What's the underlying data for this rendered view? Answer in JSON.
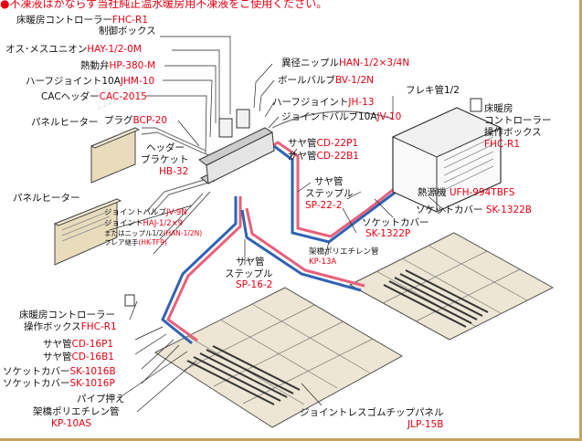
{
  "top_note": "●不凍液はかならず当社純正温水暖房用不凍液をご使用ください。",
  "labels": {
    "ctrl_top": {
      "text": "床暖房コントローラー",
      "code": "FHC-R1",
      "sub": "制御ボックス"
    },
    "hay": {
      "text": "オス･メスユニオン",
      "code": "HAY-1/2-0M"
    },
    "hp": {
      "text": "熱動弁",
      "code": "HP-380-M"
    },
    "jhm": {
      "text": "ハーフジョイント10A",
      "code": "JHM-10"
    },
    "cac": {
      "text": "CACヘッダー",
      "code": "CAC-2015"
    },
    "panel_heater_1": {
      "text": "パネルヒーター"
    },
    "bcp": {
      "text": "プラグ",
      "code": "BCP-20"
    },
    "header_bracket": {
      "text1": "ヘッダー",
      "text2": "ブラケット",
      "code": "HB-32"
    },
    "panel_heater_2": {
      "text": "パネルヒーター"
    },
    "jv9": {
      "text": "ジョイントバルブ",
      "code": "JV-9N"
    },
    "haj": {
      "text": "ジョイント",
      "code": "HAJ-1/2×9"
    },
    "nipple_alt": {
      "text": "またはニップル1/2",
      "code": "(HAN-1/2N)"
    },
    "flare": {
      "text": "フレア継手",
      "code": "(HK-TF9)"
    },
    "han": {
      "text": "異径ニップル",
      "code": "HAN-1/2×3/4N"
    },
    "bv": {
      "text": "ボールバルブ",
      "code": "BV-1/2N"
    },
    "jh13": {
      "text": "ハーフジョイント",
      "code": "JH-13"
    },
    "jv10": {
      "text": "ジョイントバルブ10A",
      "code": "JV-10"
    },
    "flex": {
      "text": "フレキ管1/2"
    },
    "ctrl_right": {
      "text1": "床暖房",
      "text2": "コントローラー",
      "text3": "操作ボックス",
      "code": "FHC-R1"
    },
    "cd22": {
      "text": "サヤ管",
      "code1": "CD-22P1",
      "code2": "CD-22B1"
    },
    "sp22": {
      "text1": "サヤ管",
      "text2": "ステップル",
      "code": "SP-22-2"
    },
    "heat_source": {
      "text": "熱源機",
      "code": "UFH-994TBFS"
    },
    "sk1322b": {
      "text": "ソケットカバー",
      "code": "SK-1322B"
    },
    "sk1322p": {
      "text": "ソケットカバー",
      "code": "SK-1322P"
    },
    "kp13a": {
      "text": "架橋ポリエチレン管",
      "code": "KP-13A"
    },
    "sp16": {
      "text1": "サヤ管",
      "text2": "ステップル",
      "code": "SP-16-2"
    },
    "ctrl_left": {
      "text1": "床暖房コントローラー",
      "text2": "操作ボックス",
      "code": "FHC-R1"
    },
    "cd16p": {
      "text": "サヤ管",
      "code": "CD-16P1"
    },
    "cd16b": {
      "text": "サヤ管",
      "code": "CD-16B1"
    },
    "sk1016b": {
      "text": "ソケットカバー",
      "code": "SK-1016B"
    },
    "sk1016p": {
      "text": "ソケットカバー",
      "code": "SK-1016P"
    },
    "pipe_clamp": {
      "text": "パイプ押え"
    },
    "kp10as": {
      "text": "架橋ポリエチレン管",
      "code": "KP-10AS"
    },
    "jlp": {
      "text": "ジョイントレスゴムチップパネル",
      "code": "JLP-15B"
    }
  },
  "colors": {
    "accent_red": "#e60012",
    "pipe_blue": "#2f63b5",
    "pipe_pink": "#e8607a",
    "panel_fill": "#ede6d4",
    "frame": "#c7a35f"
  }
}
